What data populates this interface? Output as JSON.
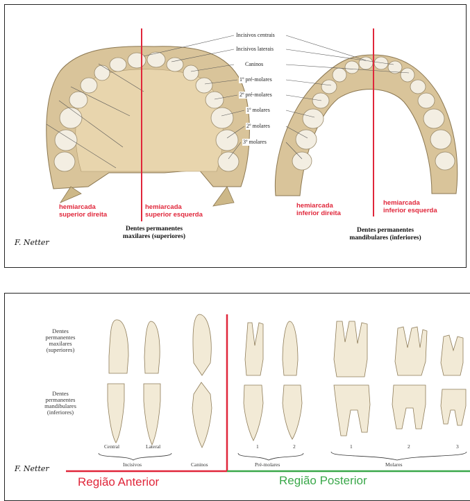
{
  "top": {
    "tooth_labels": [
      "Incisivos centrais",
      "Incisivos laterais",
      "Caninos",
      "1º pré-molares",
      "2º pré-molares",
      "1º molares",
      "2º molares",
      "3º molares"
    ],
    "maxillary": {
      "right_label_line1": "hemiarcada",
      "right_label_line2": "superior direita",
      "left_label_line1": "hemiarcada",
      "left_label_line2": "superior esquerda",
      "caption_line1": "Dentes permanentes",
      "caption_line2": "maxilares (superiores)"
    },
    "mandibular": {
      "right_label_line1": "hemiarcada",
      "right_label_line2": "inferior direita",
      "left_label_line1": "hemiarcada",
      "left_label_line2": "inferior esquerda",
      "caption_line1": "Dentes permanentes",
      "caption_line2": "mandibulares (inferiores)"
    },
    "signature": "F. Netter"
  },
  "bottom": {
    "maxillary_label": [
      "Dentes",
      "permanentes",
      "maxilares",
      "(superiores)"
    ],
    "mandibular_label": [
      "Dentes",
      "permanentes",
      "mandibulares",
      "(inferiores)"
    ],
    "incisor_types": [
      "Central",
      "Lateral"
    ],
    "premolar_numbers": [
      "1",
      "2"
    ],
    "molar_numbers": [
      "1",
      "2",
      "3"
    ],
    "groups": {
      "incisors": "Incisivos",
      "canines": "Caninos",
      "premolars": "Pré-molares",
      "molars": "Molares"
    },
    "region_anterior": "Região Anterior",
    "region_posterior": "Região Posterior",
    "signature": "F. Netter",
    "colors": {
      "anterior": "#e0263a",
      "posterior": "#3aa84a"
    }
  }
}
